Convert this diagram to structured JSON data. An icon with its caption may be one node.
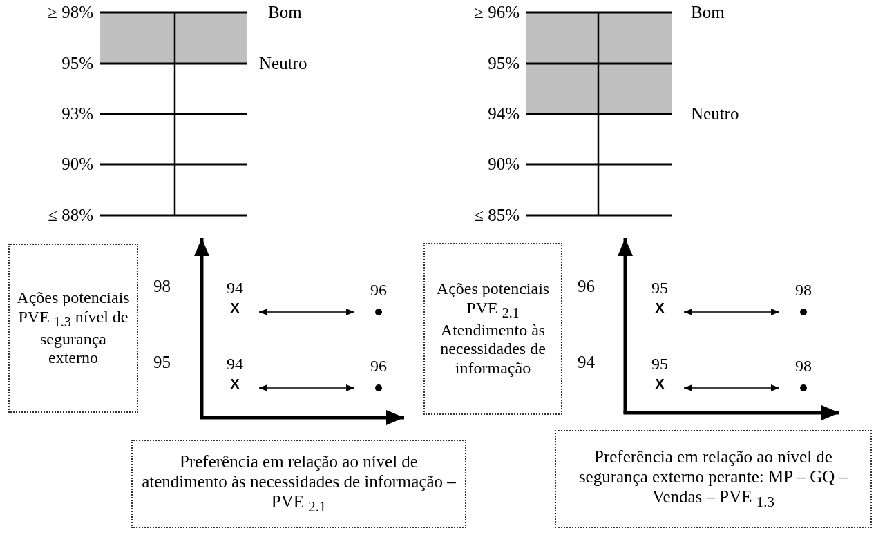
{
  "diagram": {
    "nodes": [
      {
        "text": [
          "Ações potenciais PVE $_{1.3}$ nível de segurança externo"
        ]
      },
      {
        "text": [
          "94",
          "X"
        ]
      },
      {
        "text": [
          "96"
        ]
      },
      {
        "text": [
          "94",
          "X"
        ]
      },
      {
        "text": [
          "96"
        ]
      },
      {
        "text": [
          "Ações potenciais PVE $_{2.1}$ Atendimento às necessidades de informação"
        ]
      },
      {
        "text": [
          "95",
          "X"
        ]
      },
      {
        "text": [
          "98"
        ]
      },
      {
        "text": [
          "95",
          "X"
        ]
      },
      {
        "text": [
          "98"
        ]
      },
      {
        "text": [
          "Preferência em relação ao nível de atendimento às necessidades de informação – PVE $_{2.1}$"
        ]
      },
      {
        "text": [
          "Preferência em relação ao nível de segurança externo perante: MP – GQ – Vendas – PVE $_{1.3}$"
        ]
      }
    ],
    "edges": [
      {
        "from": 1,
        "to": 2,
        "arrow": "both"
      },
      {
        "from": 3,
        "to": 4,
        "arrow": "both"
      },
      {
        "from": 6,
        "to": 7,
        "arrow": "both"
      },
      {
        "from": 8,
        "to": 9,
        "arrow": "both"
      }
    ],
    "labels": [
      "≥ 98%",
      "Bom",
      "≥ 96%",
      "Bom",
      "95%",
      "Neutro",
      "95%",
      "93%",
      "94%",
      "Neutro",
      "90%",
      "90%",
      "≤ 88%",
      "≤ 85%",
      "98",
      "96",
      "95",
      "94"
    ]
  }
}
